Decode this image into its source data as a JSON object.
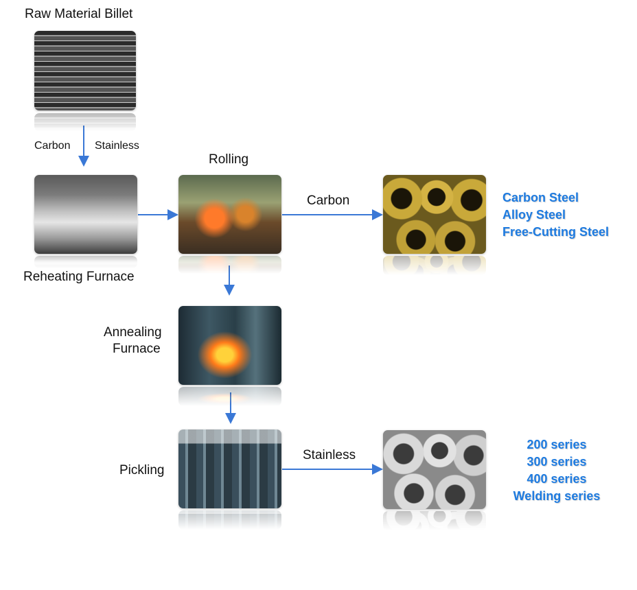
{
  "labels": {
    "raw_material": "Raw Material Billet",
    "carbon_left": "Carbon",
    "stainless_left": "Stainless",
    "rolling": "Rolling",
    "reheating": "Reheating Furnace",
    "carbon_branch": "Carbon",
    "annealing_line1": "Annealing",
    "annealing_line2": "Furnace",
    "pickling": "Pickling",
    "stainless_branch": "Stainless"
  },
  "carbon_products": [
    "Carbon Steel",
    "Alloy Steel",
    "Free-Cutting Steel"
  ],
  "stainless_products": [
    "200 series",
    "300 series",
    "400 series",
    "Welding series"
  ],
  "colors": {
    "arrow": "#3a78d6",
    "product_text": "#1e7be0"
  },
  "icons": [
    "billet-photo",
    "reheating-furnace-photo",
    "rolling-mill-photo",
    "annealing-furnace-photo",
    "pickling-line-photo",
    "carbon-coil-photo",
    "stainless-coil-photo"
  ]
}
